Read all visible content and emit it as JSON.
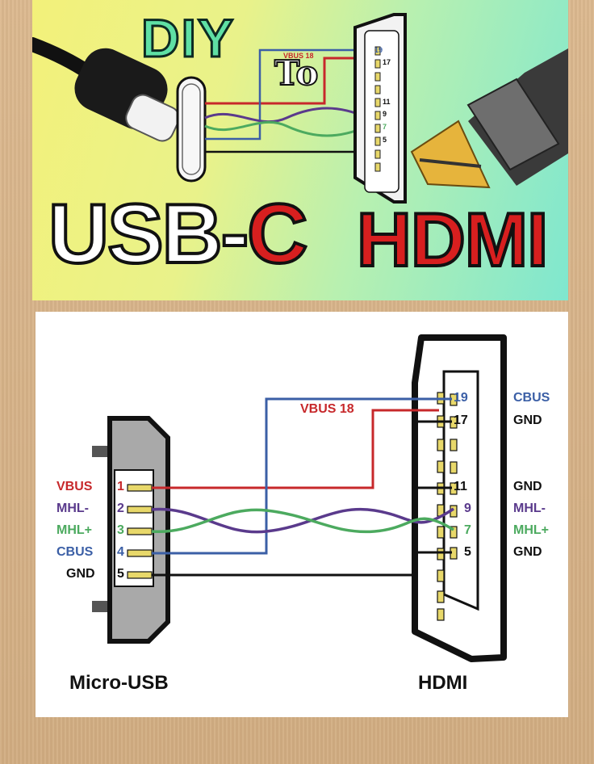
{
  "top_banner": {
    "title_line1": "DIY",
    "title_to": "To",
    "title_left_prefix": "USB-",
    "title_left_suffix": "C",
    "title_right": "HDMI",
    "vbus_label": "VBUS 18",
    "pin_numbers": [
      "19",
      "17",
      "11",
      "9",
      "7",
      "5"
    ]
  },
  "diagram": {
    "micro_usb": {
      "caption": "Micro-USB",
      "pins": [
        {
          "number": "1",
          "signal": "VBUS",
          "color": "#c7282b"
        },
        {
          "number": "2",
          "signal": "MHL-",
          "color": "#5a3a8c"
        },
        {
          "number": "3",
          "signal": "MHL+",
          "color": "#4caa5f"
        },
        {
          "number": "4",
          "signal": "CBUS",
          "color": "#3b5fa6"
        },
        {
          "number": "5",
          "signal": "GND",
          "color": "#111111"
        }
      ]
    },
    "hdmi": {
      "caption": "HDMI",
      "vbus_label": "VBUS 18",
      "pins": [
        {
          "number": "19",
          "signal": "CBUS",
          "color": "#3b5fa6"
        },
        {
          "number": "17",
          "signal": "GND",
          "color": "#111111"
        },
        {
          "number": "11",
          "signal": "GND",
          "color": "#111111"
        },
        {
          "number": "9",
          "signal": "MHL-",
          "color": "#5a3a8c"
        },
        {
          "number": "7",
          "signal": "MHL+",
          "color": "#4caa5f"
        },
        {
          "number": "5",
          "signal": "GND",
          "color": "#111111"
        }
      ]
    }
  },
  "colors": {
    "vbus": "#c7282b",
    "mhl_minus": "#5a3a8c",
    "mhl_plus": "#4caa5f",
    "cbus": "#3b5fa6",
    "gnd": "#111111",
    "connector_fill": "#a9a9a9",
    "pin_gold": "#e8d86a"
  }
}
